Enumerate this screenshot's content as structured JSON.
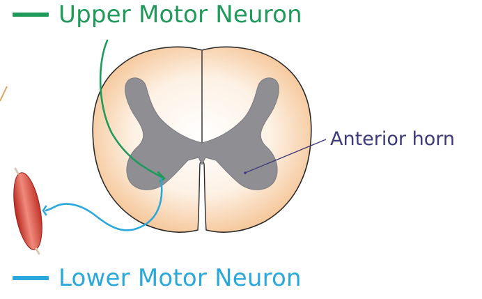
{
  "upper_motor_neuron": {
    "label": "Upper Motor Neuron",
    "color": "#1f9a5a"
  },
  "lower_motor_neuron": {
    "label": "Lower Motor Neuron",
    "color": "#2aa8dc"
  },
  "callout": {
    "label": "Anterior horn",
    "color": "#3c3a78"
  },
  "colors": {
    "white_matter": "#f6c89a",
    "gray_matter": "#8e8e93",
    "muscle": "#d8453a",
    "outline": "#2a2a2a"
  }
}
